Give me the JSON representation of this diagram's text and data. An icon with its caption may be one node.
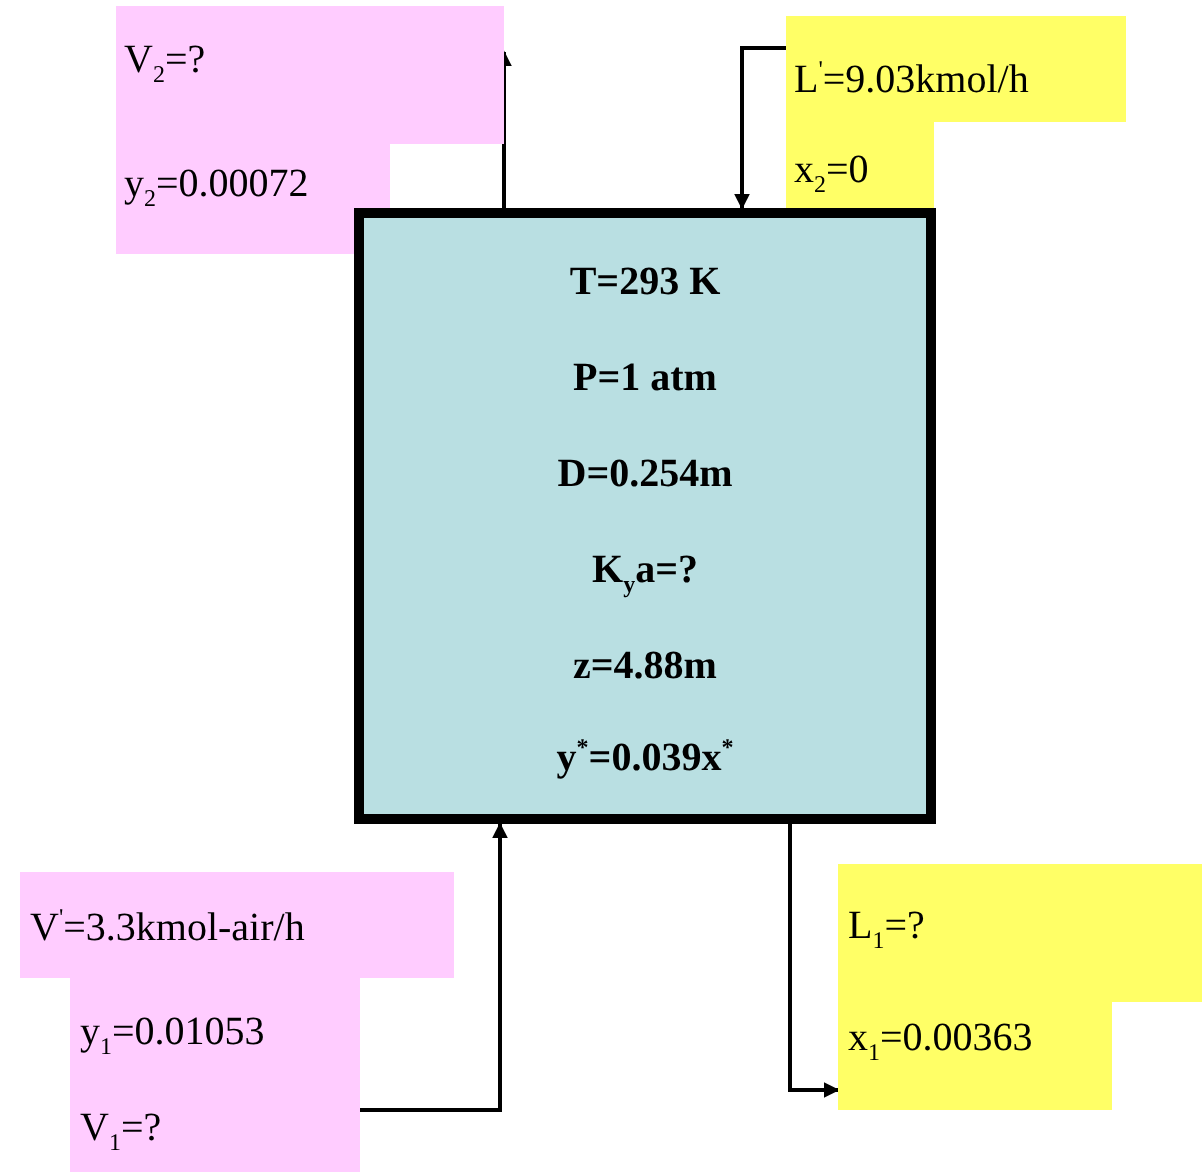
{
  "diagram": {
    "nodes": [
      {
        "text": [
          "V$_{2}$=?",
          "y$_{2}$=0.00072"
        ]
      },
      {
        "text": [
          "L$^{'}$=9.03kmol/h",
          "x$_{2}$=0"
        ]
      },
      {
        "text": [
          "T=293 K",
          "P=1 atm",
          "D=0.254m",
          "K$_{y}$a=?",
          "z=4.88m",
          "y$^{*}$=0.039x$^{*}$"
        ]
      },
      {
        "text": [
          "V$^{'}$=3.3kmol-air/h",
          "y$_{1}$=0.01053",
          "V$_{1}$=?"
        ]
      },
      {
        "text": [
          "L$_{1}$=?",
          "x$_{1}$=0.00363"
        ]
      }
    ],
    "edges": [
      {
        "from": 2,
        "to": 0,
        "arrow": "to"
      },
      {
        "from": 1,
        "to": 2,
        "arrow": "to"
      },
      {
        "from": 3,
        "to": 2,
        "arrow": "to"
      },
      {
        "from": 2,
        "to": 4,
        "arrow": "to"
      }
    ]
  }
}
